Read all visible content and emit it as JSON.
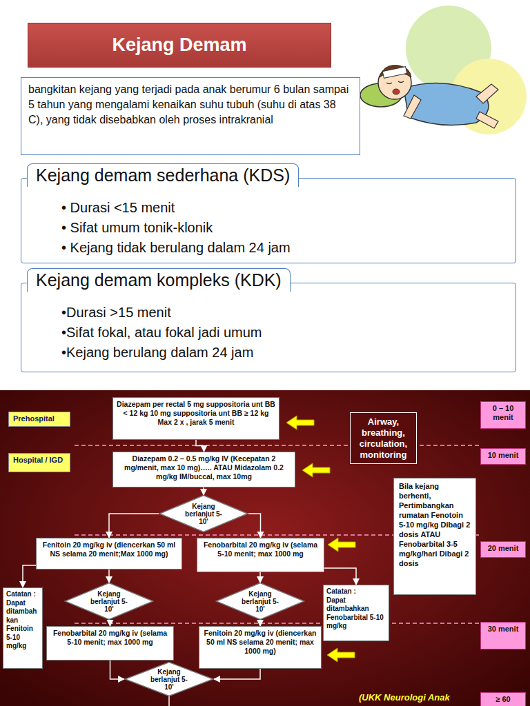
{
  "diagram": {
    "title": "Kejang Demam",
    "nodes": [
      {
        "text": [
          "bangkitan kejang yang terjadi pada anak berumur 6 bulan sampai 5 tahun yang mengalami kenaikan suhu tubuh (suhu di atas 38 C), yang tidak disebabkan oleh proses intrakranial"
        ]
      },
      {
        "text": [
          "Kejang demam sederhana (KDS)",
          "• Durasi <15 menit",
          "• Sifat umum tonik-klonik",
          "• Kejang tidak berulang dalam 24 jam"
        ]
      },
      {
        "text": [
          "Kejang demam kompleks (KDK)",
          "•Durasi >15 menit",
          "•Sifat fokal, atau fokal jadi umum",
          "•Kejang berulang dalam 24 jam"
        ]
      },
      {
        "text": [
          "Prehospital"
        ]
      },
      {
        "text": [
          "Diazepam per rectal 5 mg suppositoria unt BB < 12 kg 10 mg suppositoria unt BB ≥ 12 kg Max 2 x , jarak 5 menit"
        ]
      },
      {
        "text": [
          "Airway, breathing, circulation, monitoring"
        ]
      },
      {
        "text": [
          "0 – 10 menit"
        ]
      },
      {
        "text": [
          "Hospital / IGD"
        ]
      },
      {
        "text": [
          "Diazepam 0.2 – 0.5 mg/kg IV (Kecepatan 2 mg/menit, max 10 mg)….. ATAU Midazolam 0.2 mg/kg IM/buccal, max 10mg"
        ]
      },
      {
        "text": [
          "10 menit"
        ]
      },
      {
        "text": [
          "Kejang berlanjut 5-10'"
        ]
      },
      {
        "text": [
          "Bila kejang berhenti, Pertimbangkan rumatan Fenotoin 5-10 mg/kg Dibagi 2 dosis ATAU Fenobarbital 3-5 mg/kg/hari Dibagi 2 dosis"
        ]
      },
      {
        "text": [
          "Fenitoin 20 mg/kg iv (diencerkan 50 ml NS selama 20 menit;Max 1000 mg)"
        ]
      },
      {
        "text": [
          "Fenobarbital 20 mg/kg iv (selama 5-10 menit; max 1000 mg"
        ]
      },
      {
        "text": [
          "20 menit"
        ]
      },
      {
        "text": [
          "Catatan :",
          "Dapat ditambah kan Fenitoin 5-10 mg/kg"
        ]
      },
      {
        "text": [
          "Kejang berlanjut 5-10'"
        ]
      },
      {
        "text": [
          "Kejang berlanjut 5-10'"
        ]
      },
      {
        "text": [
          "Catatan :",
          "Dapat ditambahkan Fenobarbital 5-10 mg/kg"
        ]
      },
      {
        "text": [
          "Fenobarbital 20 mg/kg iv (selama 5-10 menit; max 1000 mg"
        ]
      },
      {
        "text": [
          "Fenitoin 20 mg/kg iv (diencerkan 50 ml NS selama 20 menit; max 1000 mg)"
        ]
      },
      {
        "text": [
          "30 menit"
        ]
      },
      {
        "text": [
          "Kejang berlanjut 5-10'"
        ]
      },
      {
        "text": [
          "≥ 60"
        ]
      }
    ],
    "edges": [
      {
        "from": 4,
        "to": 8,
        "arrow": "to"
      },
      {
        "from": 8,
        "to": 10,
        "arrow": "to"
      },
      {
        "from": 10,
        "to": 12,
        "arrow": "to"
      },
      {
        "from": 10,
        "to": 13,
        "arrow": "to"
      },
      {
        "from": 12,
        "to": 15,
        "arrow": "to"
      },
      {
        "from": 13,
        "to": 18,
        "arrow": "to"
      },
      {
        "from": 12,
        "to": 16,
        "arrow": "to"
      },
      {
        "from": 13,
        "to": 17,
        "arrow": "to"
      },
      {
        "from": 16,
        "to": 19,
        "arrow": "to"
      },
      {
        "from": 17,
        "to": 20,
        "arrow": "to"
      },
      {
        "from": 19,
        "to": 22,
        "arrow": "to"
      },
      {
        "from": 20,
        "to": 22,
        "arrow": "to"
      }
    ],
    "labels": [
      "(UKK Neurologi Anak"
    ]
  }
}
